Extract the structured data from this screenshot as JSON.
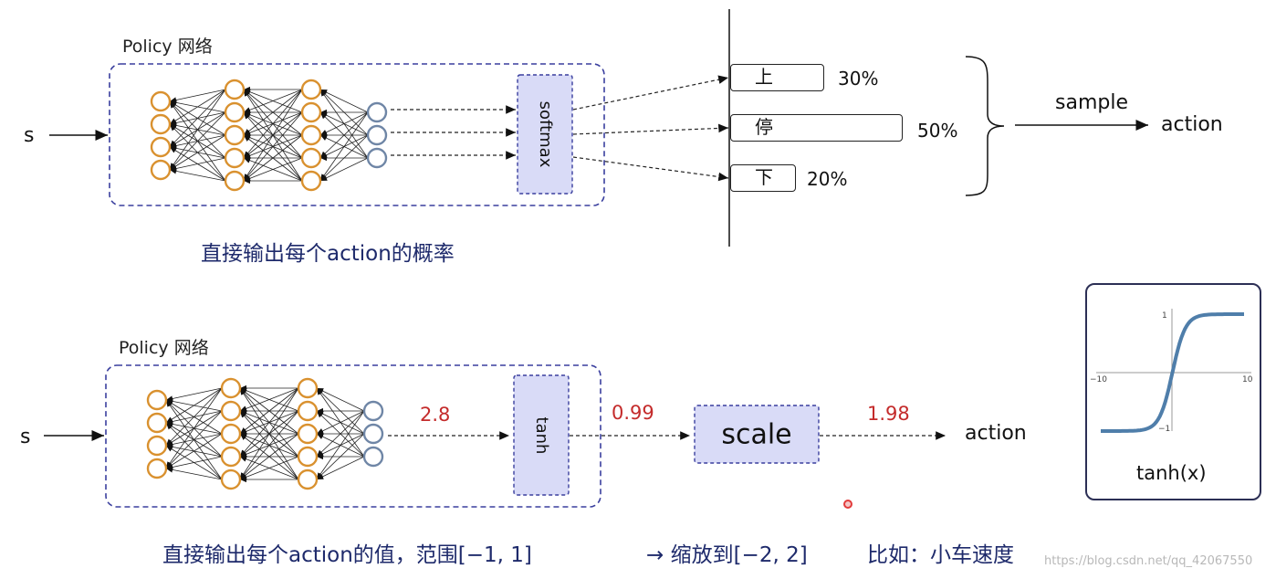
{
  "top": {
    "title": "Policy 网络",
    "input": "s",
    "softmax_label": "softmax",
    "caption": "直接输出每个action的概率",
    "options": [
      {
        "label": "上",
        "pct": "30%",
        "value": 0.3
      },
      {
        "label": "停",
        "pct": "50%",
        "value": 0.5
      },
      {
        "label": "下",
        "pct": "20%",
        "value": 0.2
      }
    ],
    "sample_label": "sample",
    "action_label": "action"
  },
  "bottom": {
    "title": "Policy 网络",
    "input": "s",
    "tanh_label": "tanh",
    "val1": "2.8",
    "val2": "0.99",
    "scale_label": "scale",
    "val3": "1.98",
    "action_label": "action",
    "caption1": "直接输出每个action的值，范围[−1, 1]",
    "caption2": "→ 缩放到[−2, 2]",
    "caption3": "比如：小车速度"
  },
  "tanh_plot": {
    "label": "tanh(x)",
    "tick_y_top": "1",
    "tick_y_bottom": "−1",
    "tick_x_left": "−10",
    "tick_x_right": "10"
  },
  "colors": {
    "node_orange": "#d9912f",
    "node_blue": "#6f86a6",
    "box_fill": "#d9dbf7",
    "dash_border": "#3a3f9e",
    "red_value": "#c42b2b",
    "curve": "#4f7eaa"
  },
  "watermark": "https://blog.csdn.net/qq_42067550"
}
